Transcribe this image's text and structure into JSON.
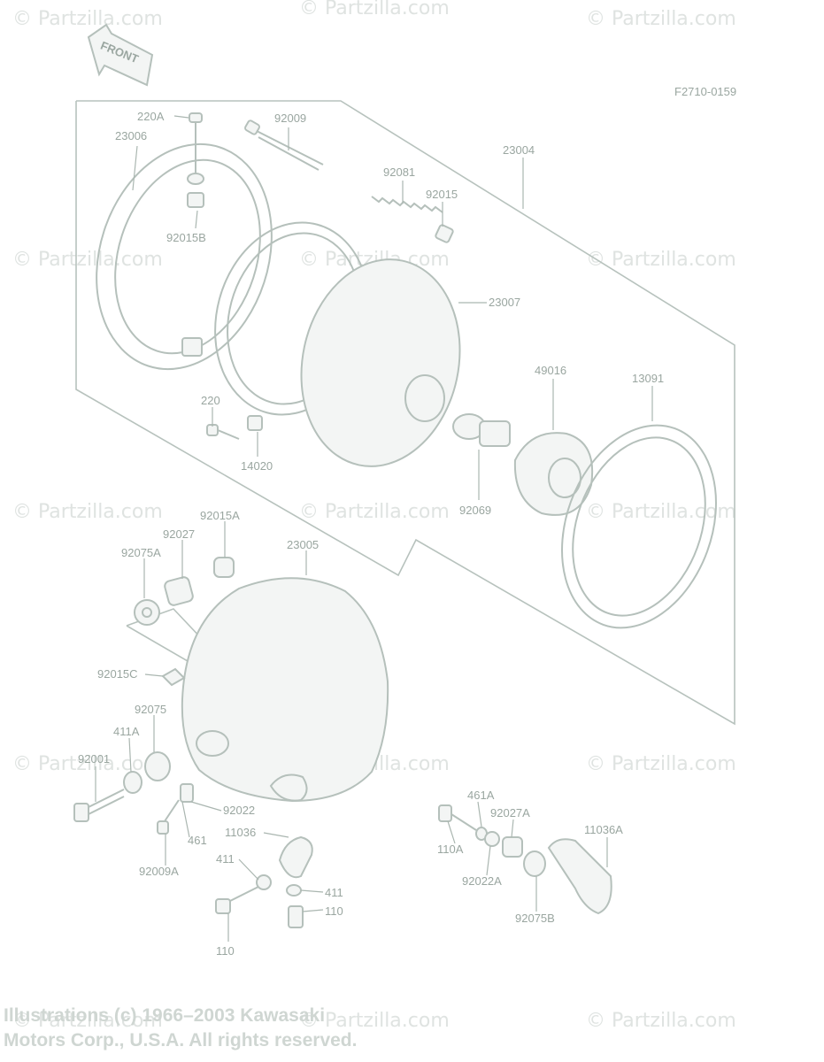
{
  "figure_code": "F2710-0159",
  "front_label": "FRONT",
  "watermark": "© Partzilla.com",
  "copyright": {
    "line1": "Illustrations (c) 1966–2003 Kawasaki",
    "line2": "Motors Corp., U.S.A.  All rights reserved."
  },
  "parts": [
    "220A",
    "92009",
    "23006",
    "23004",
    "92081",
    "92015",
    "92015B",
    "23007",
    "49016",
    "13091",
    "220",
    "14020",
    "92069",
    "92015A",
    "92027",
    "92075A",
    "23005",
    "92015C",
    "92075",
    "411A",
    "92001",
    "92022",
    "461",
    "92009A",
    "11036",
    "411",
    "411",
    "110",
    "110",
    "461A",
    "92027A",
    "11036A",
    "110A",
    "92022A",
    "92075B"
  ]
}
